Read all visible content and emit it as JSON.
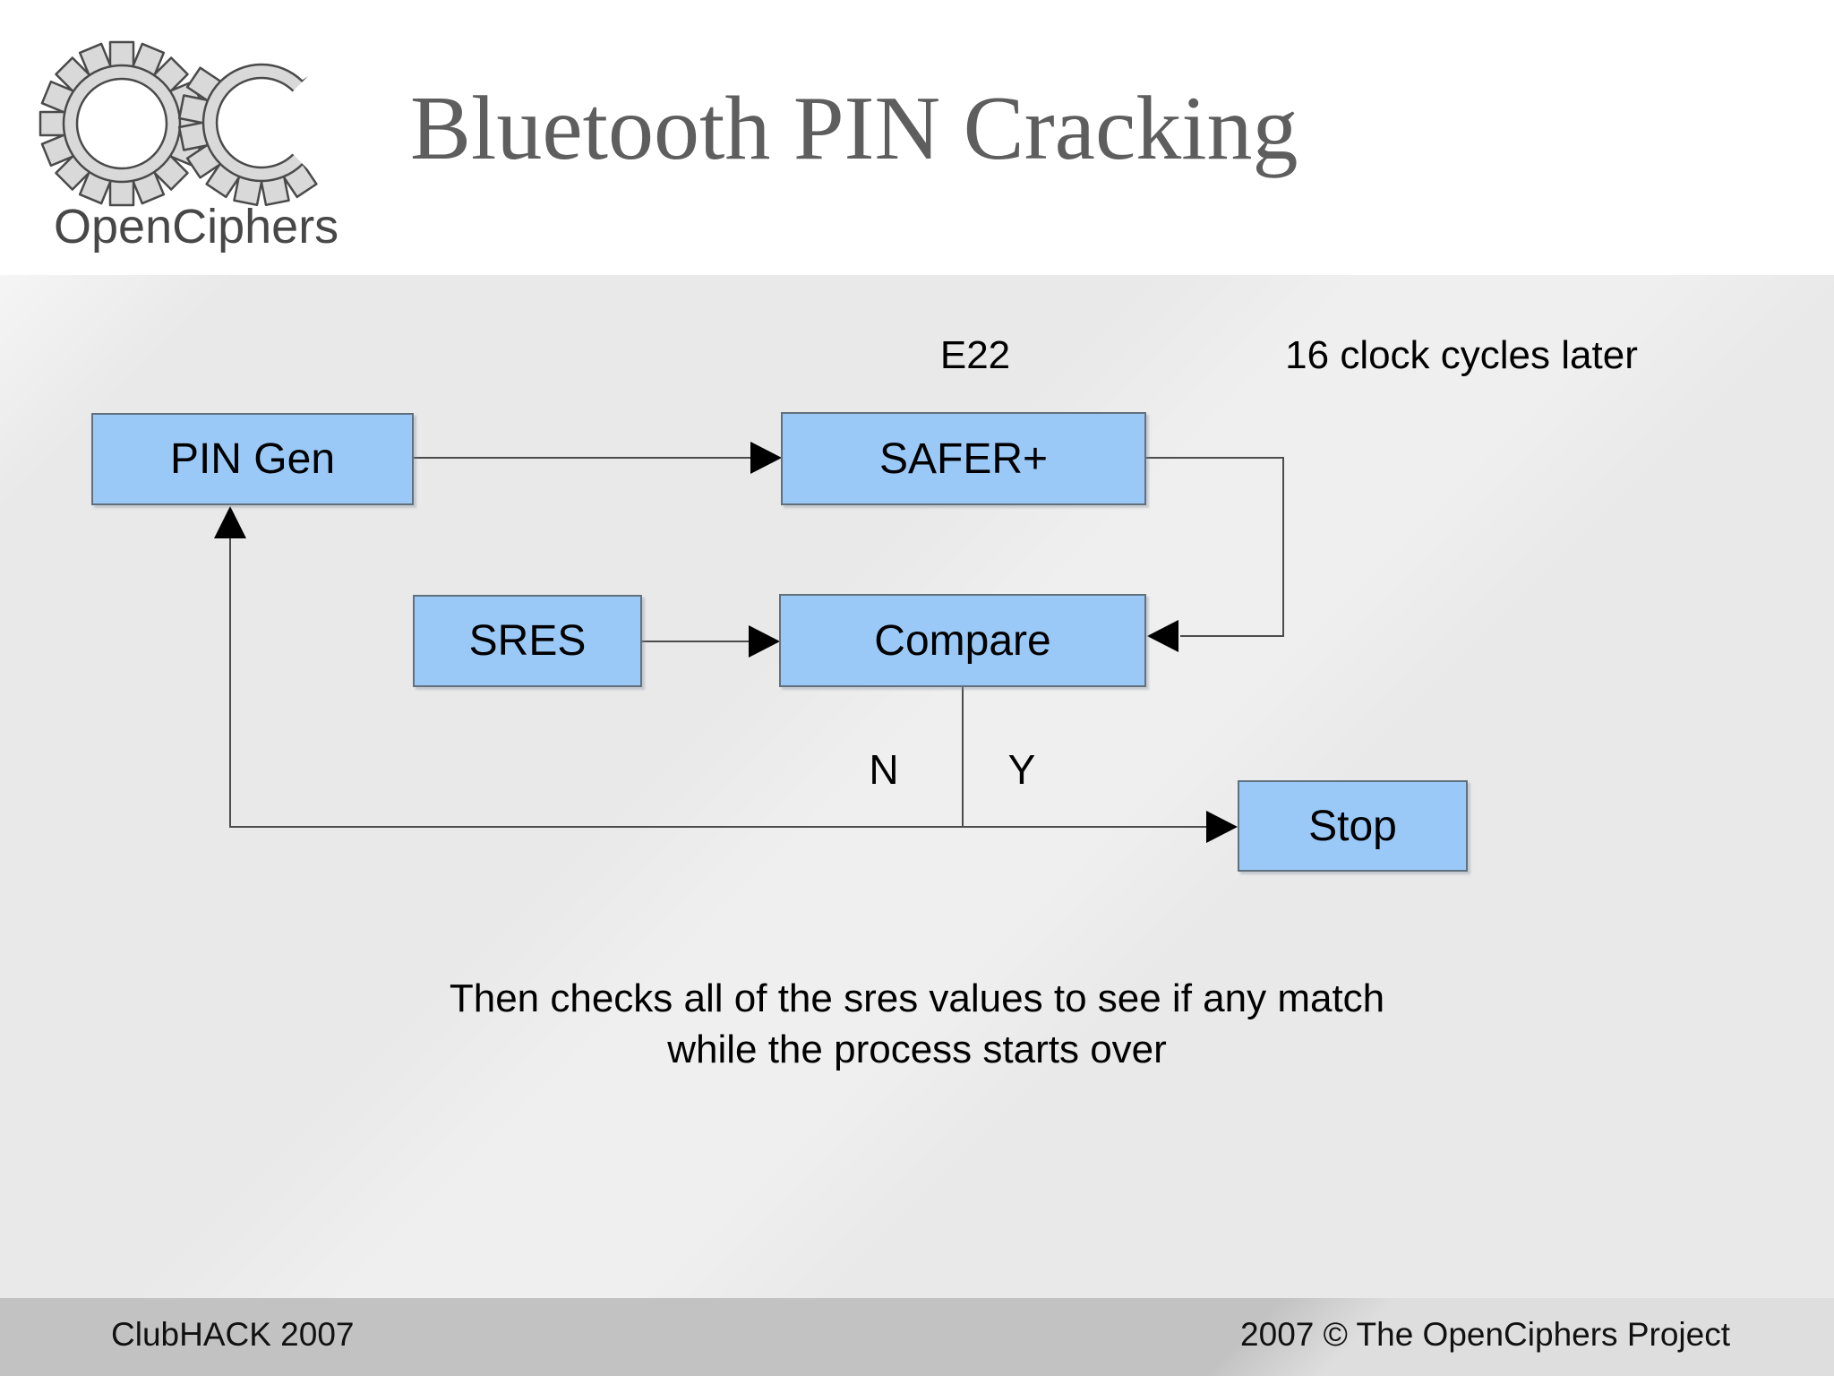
{
  "slide": {
    "title": "Bluetooth PIN Cracking",
    "logo": {
      "text": "OpenCiphers"
    },
    "diagram": {
      "nodes": {
        "pin_gen": {
          "label": "PIN Gen"
        },
        "safer": {
          "label": "SAFER+"
        },
        "sres": {
          "label": "SRES"
        },
        "compare": {
          "label": "Compare"
        },
        "stop": {
          "label": "Stop"
        }
      },
      "labels": {
        "e22": "E22",
        "clock": "16 clock cycles later",
        "no": "N",
        "yes": "Y"
      }
    },
    "note_line1": "Then checks all of the sres values to see if any match",
    "note_line2": "while the process starts over",
    "footer": {
      "left": "ClubHACK 2007",
      "right": "2007 © The OpenCiphers Project"
    },
    "colors": {
      "background": "#e9e9e9",
      "footer": "#c2c2c2",
      "node_fill": "#9bc9f7",
      "node_border": "#61707d",
      "title": "#5e5e5e",
      "line": "#4c4c4c"
    }
  }
}
